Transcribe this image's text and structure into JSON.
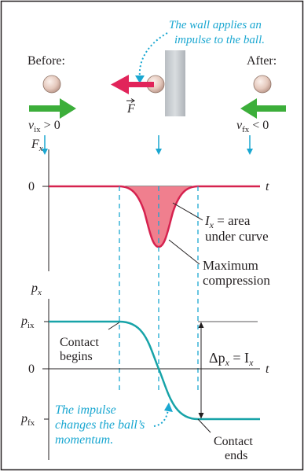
{
  "top": {
    "wall_callout_line1": "The wall applies an",
    "wall_callout_line2": "impulse to the ball.",
    "before_label": "Before:",
    "after_label": "After:",
    "force_label": "F",
    "v_initial_label": "v",
    "v_initial_sub": "ix",
    "v_initial_rel": " > 0",
    "v_final_label": "v",
    "v_final_sub": "fx",
    "v_final_rel": " < 0"
  },
  "force_graph": {
    "y_axis_label": "F",
    "y_axis_sub": "x",
    "zero_label": "0",
    "t_label": "t",
    "impulse_label": "I",
    "impulse_sub": "x",
    "impulse_eq": " = area",
    "impulse_line2": "under curve",
    "max_label_line1": "Maximum",
    "max_label_line2": "compression"
  },
  "momentum_graph": {
    "y_axis_label": "p",
    "y_axis_sub": "x",
    "pix_label": "p",
    "pix_sub": "ix",
    "zero_label": "0",
    "pfx_label": "p",
    "pfx_sub": "fx",
    "t_label": "t",
    "contact_begins_line1": "Contact",
    "contact_begins_line2": "begins",
    "delta_label": "Δp",
    "delta_sub": "x",
    "delta_eq": " = I",
    "delta_eq_sub": "x",
    "contact_ends_line1": "Contact",
    "contact_ends_line2": "ends",
    "impulse_note_line1": "The impulse",
    "impulse_note_line2": "changes the ball’s",
    "impulse_note_line3": "momentum."
  },
  "colors": {
    "curve": "#d6224f",
    "fill": "#f07f8e",
    "momentum": "#17a3a8",
    "callout": "#1aa7d1",
    "green_arrow": "#3cae3a",
    "wall": "#c7ccd0"
  }
}
